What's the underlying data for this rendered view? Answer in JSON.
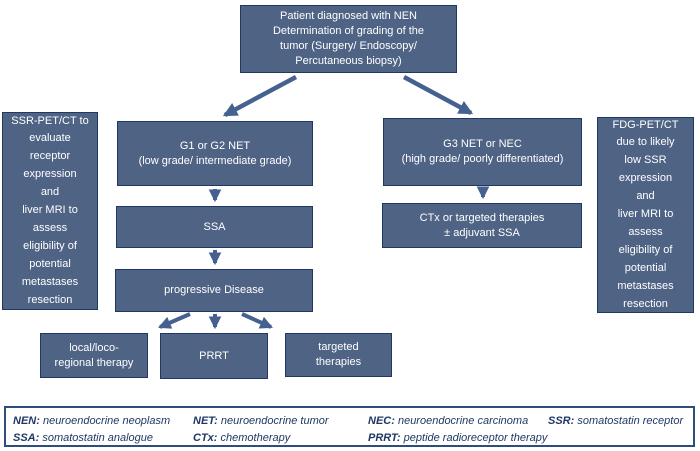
{
  "nodes": {
    "patient": "Patient diagnosed with NEN\nDetermination of grading of the\ntumor (Surgery/ Endoscopy/\nPercutaneous biopsy)",
    "left_note": "SSR-PET/CT  to\nevaluate\nreceptor\nexpression\nand\nliver MRI to\nassess\neligibility of\npotential\nmetastases\nresection",
    "right_note": "FDG-PET/CT\ndue to likely\nlow SSR\nexpression\nand\nliver MRI to\nassess\neligibility of\npotential\nmetastases\nresection",
    "g1_g2": "G1 or G2 NET\n(low grade/ intermediate grade)",
    "g3_nec": "G3 NET or NEC\n(high grade/ poorly differentiated)",
    "ssa": "SSA",
    "ctx": "CTx or targeted therapies\n± adjuvant SSA",
    "progressive": "progressive Disease",
    "local_regional": "local/loco-\nregional therapy",
    "prrt": "PRRT",
    "targeted": "targeted\ntherapies"
  },
  "legend": {
    "items": [
      {
        "abbr": "NEN:",
        "def": "neuroendocrine neoplasm"
      },
      {
        "abbr": "NET:",
        "def": "neuroendocrine tumor"
      },
      {
        "abbr": "NEC:",
        "def": "neuroendocrine carcinoma"
      },
      {
        "abbr": "SSR:",
        "def": "somatostatin receptor"
      },
      {
        "abbr": "SSA:",
        "def": "somatostatin analogue"
      },
      {
        "abbr": "CTx:",
        "def": "chemotherapy"
      },
      {
        "abbr": "PRRT:",
        "def": "peptide radioreceptor therapy"
      }
    ]
  },
  "colors": {
    "node_fill": "#4f6384",
    "node_border": "#1f3864",
    "arrow": "#44618f",
    "node_text": "#ffffff",
    "legend_text": "#1f3864",
    "legend_border": "#2e4d7b"
  }
}
